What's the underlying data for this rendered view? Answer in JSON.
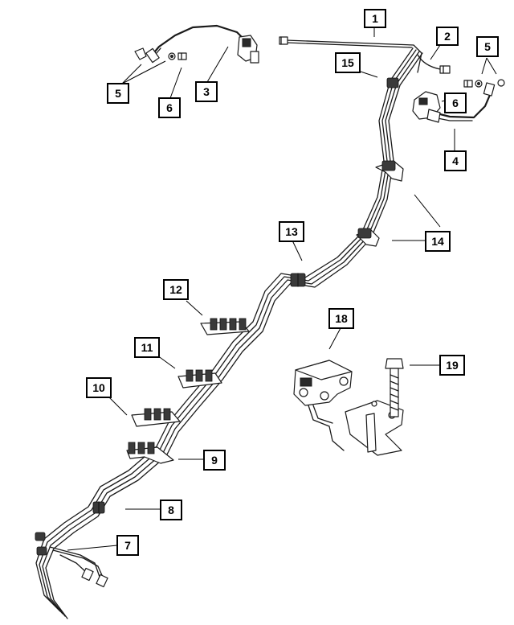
{
  "diagram": {
    "callouts": [
      {
        "id": "c1",
        "label": "1"
      },
      {
        "id": "c2",
        "label": "2"
      },
      {
        "id": "c3",
        "label": "3"
      },
      {
        "id": "c4",
        "label": "4"
      },
      {
        "id": "c5a",
        "label": "5"
      },
      {
        "id": "c5b",
        "label": "5"
      },
      {
        "id": "c6a",
        "label": "6"
      },
      {
        "id": "c6b",
        "label": "6"
      },
      {
        "id": "c7",
        "label": "7"
      },
      {
        "id": "c8",
        "label": "8"
      },
      {
        "id": "c9",
        "label": "9"
      },
      {
        "id": "c10",
        "label": "10"
      },
      {
        "id": "c11",
        "label": "11"
      },
      {
        "id": "c12",
        "label": "12"
      },
      {
        "id": "c13",
        "label": "13"
      },
      {
        "id": "c14",
        "label": "14"
      },
      {
        "id": "c15",
        "label": "15"
      },
      {
        "id": "c18",
        "label": "18"
      },
      {
        "id": "c19",
        "label": "19"
      }
    ]
  }
}
